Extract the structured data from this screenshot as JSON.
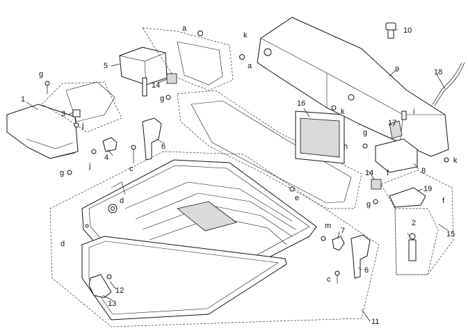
{
  "labels": {
    "l1": "1",
    "l2": "2",
    "l3": "3",
    "l4": "4",
    "l5": "5",
    "l6a": "6",
    "l6b": "6",
    "l7": "7",
    "l8": "8",
    "l9": "9",
    "l10": "10",
    "l11": "11",
    "l12": "12",
    "l13": "13",
    "l14a": "14",
    "l14b": "14",
    "l15": "15",
    "l16": "16",
    "l17": "17",
    "l18": "18",
    "l19": "19",
    "la1": "a",
    "la2": "a",
    "lc1": "c",
    "lc2": "c",
    "ld1": "d",
    "ld2": "d",
    "le": "e",
    "lf1": "f",
    "lf2": "f",
    "lg1": "g",
    "lg2": "g",
    "lg3": "g",
    "lg4": "g",
    "lg5": "g",
    "lh": "h",
    "li": "i",
    "lj1": "j",
    "lj2": "j",
    "lk1": "k",
    "lk2": "k",
    "lk3": "k",
    "lm": "m"
  }
}
